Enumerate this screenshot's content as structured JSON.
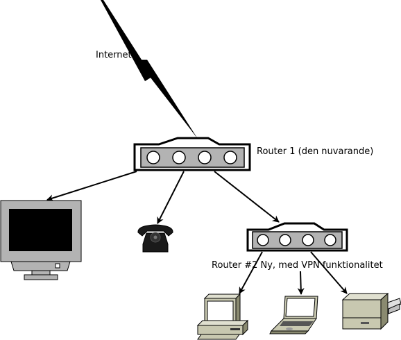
{
  "labels": {
    "internet": "Internet",
    "router1": "Router 1 (den nuvarande)",
    "router2": "Router #2 Ny, med VPN funktionalitet"
  },
  "colors": {
    "line": "#000000",
    "device_gray": "#b3b3b3",
    "device_khaki": "#c8c8b0",
    "screen": "#000000"
  },
  "icons": [
    "lightning-bolt",
    "router",
    "tv-monitor",
    "telephone",
    "desktop-computer",
    "laptop",
    "printer"
  ]
}
